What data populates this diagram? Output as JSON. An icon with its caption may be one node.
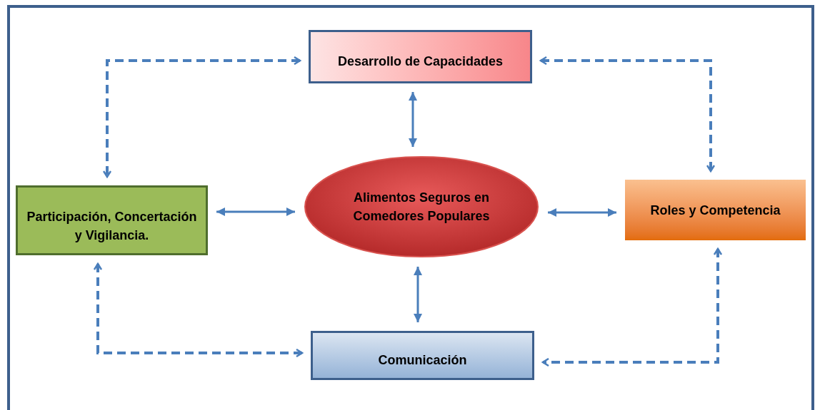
{
  "diagram": {
    "nodes": [
      {
        "text": [
          "Desarrollo de Capacidades"
        ]
      },
      {
        "text": [
          "Participación, Concertación y Vigilancia."
        ]
      },
      {
        "text": [
          "Alimentos Seguros en Comedores Populares"
        ]
      },
      {
        "text": [
          "Roles y Competencia"
        ]
      },
      {
        "text": [
          "Comunicación"
        ]
      }
    ],
    "edges": [
      {
        "from": 0,
        "to": 1,
        "arrow": "both",
        "style": "dashed"
      },
      {
        "from": 0,
        "to": 3,
        "arrow": "both",
        "style": "dashed"
      },
      {
        "from": 1,
        "to": 4,
        "arrow": "both",
        "style": "dashed"
      },
      {
        "from": 3,
        "to": 4,
        "arrow": "both",
        "style": "dashed"
      },
      {
        "from": 0,
        "to": 2,
        "arrow": "both"
      },
      {
        "from": 1,
        "to": 2,
        "arrow": "both"
      },
      {
        "from": 2,
        "to": 3,
        "arrow": "both"
      },
      {
        "from": 2,
        "to": 4,
        "arrow": "both"
      }
    ]
  }
}
